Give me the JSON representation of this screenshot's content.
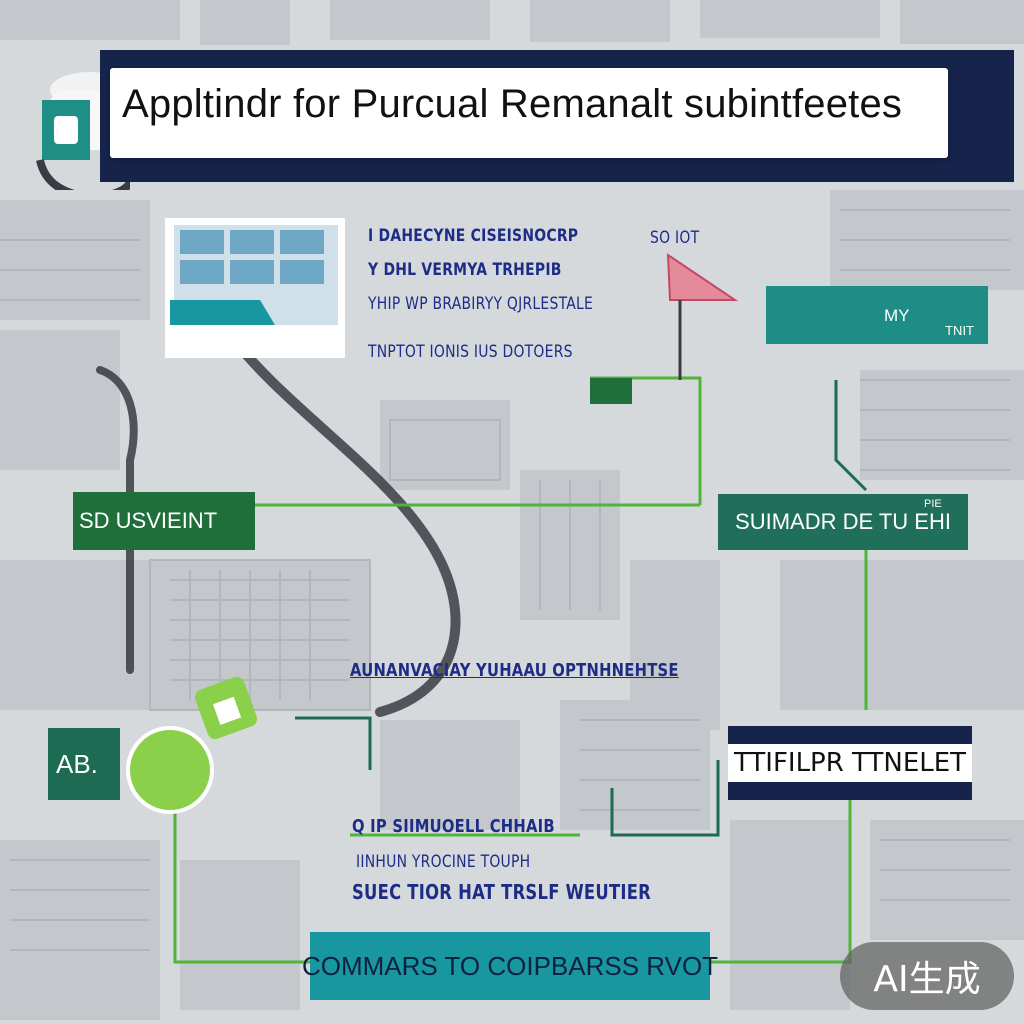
{
  "title": "Appltindr for Purcual Remanalt subintfeetes",
  "top_text": {
    "line1": "I DAHECYNE CISEISNOCRP",
    "line2": "Y DHL VERMYA TRHEPIB",
    "line3": "YHIP WP BRABIRYY QJRLESTALE",
    "line4": "TNPTOT IONIS IUS DOTOERS",
    "tag": "SO IOT"
  },
  "mid_text": "AUNANVACIAY YUHAAU OPTNHNEHTSE",
  "lower_text": {
    "line1": "Q IP SIIMUOELL CHHAIB",
    "line2": "IINHUN YROCINE TOUPH",
    "line3": "SUEC TIOR HAT TRSLF WEUTIER"
  },
  "boxes": {
    "left": "SD USVIEINT",
    "right": "SUIMADR DE TU EHI",
    "right_small": "PIE",
    "ab": "AB.",
    "navy_right": "TTIFILPR TTNELET",
    "bottom": "COMMARS TO COIPBARSS RVOT",
    "teal_top_label": "MY",
    "teal_top_small": "TNIT"
  },
  "watermark": "AI生成",
  "colors": {
    "navy": "#16234a",
    "green": "#1f6f3a",
    "teal": "#1897a0",
    "lime_line": "#4fb53a",
    "text_navy": "#1d2c86"
  }
}
